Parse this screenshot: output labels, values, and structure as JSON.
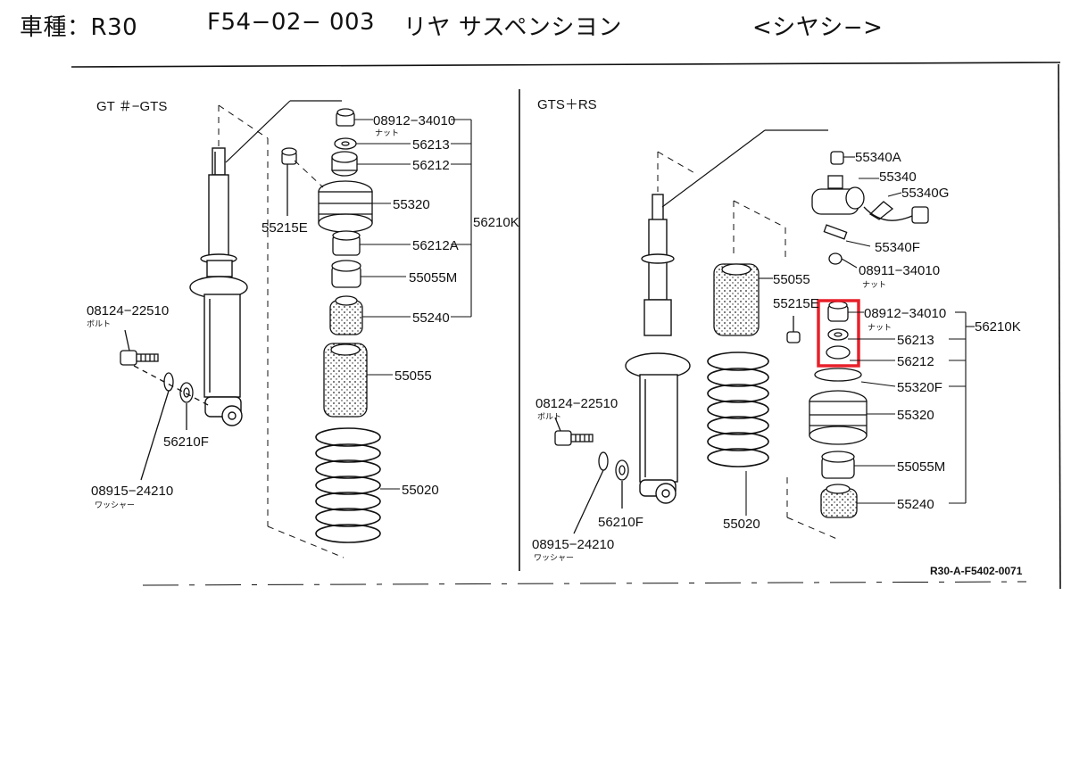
{
  "header": {
    "model": "車種：R30",
    "code": "F54−02− 003",
    "title": "リヤ サスペンシヨン",
    "category": "<シヤシ−>"
  },
  "left_panel": {
    "title": "GT ＃−GTS",
    "parts": {
      "nut_part": "08912−34010",
      "nut_note": "ナット",
      "p56213": "56213",
      "p56212": "56212",
      "p55320": "55320",
      "p56210k": "56210K",
      "p56212a": "56212A",
      "p55055m": "55055M",
      "p55240": "55240",
      "p55055": "55055",
      "p55020": "55020",
      "p55215e": "55215E",
      "bolt_part": "08124−22510",
      "bolt_note": "ボルト",
      "p56210f": "56210F",
      "washer_part": "08915−24210",
      "washer_note": "ワッシャー"
    }
  },
  "right_panel": {
    "title": "GTS＋RS",
    "parts": {
      "p55340a": "55340A",
      "p55340": "55340",
      "p55340g": "55340G",
      "p55340f": "55340F",
      "p08911": "08911−34010",
      "p08911_note": "ナット",
      "p55055": "55055",
      "p55215e": "55215E",
      "nut_part": "08912−34010",
      "nut_note": "ナット",
      "p56210k": "56210K",
      "p56213": "56213",
      "p56212": "56212",
      "p55320f": "55320F",
      "p55320": "55320",
      "p55055m": "55055M",
      "p55240": "55240",
      "p55020": "55020",
      "bolt_part": "08124−22510",
      "bolt_note": "ボルト",
      "p56210f": "56210F",
      "washer_part": "08915−24210",
      "washer_note": "ワッシャー"
    },
    "reference": "R30-A-F5402-0071"
  },
  "highlight_color": "#e8202a"
}
